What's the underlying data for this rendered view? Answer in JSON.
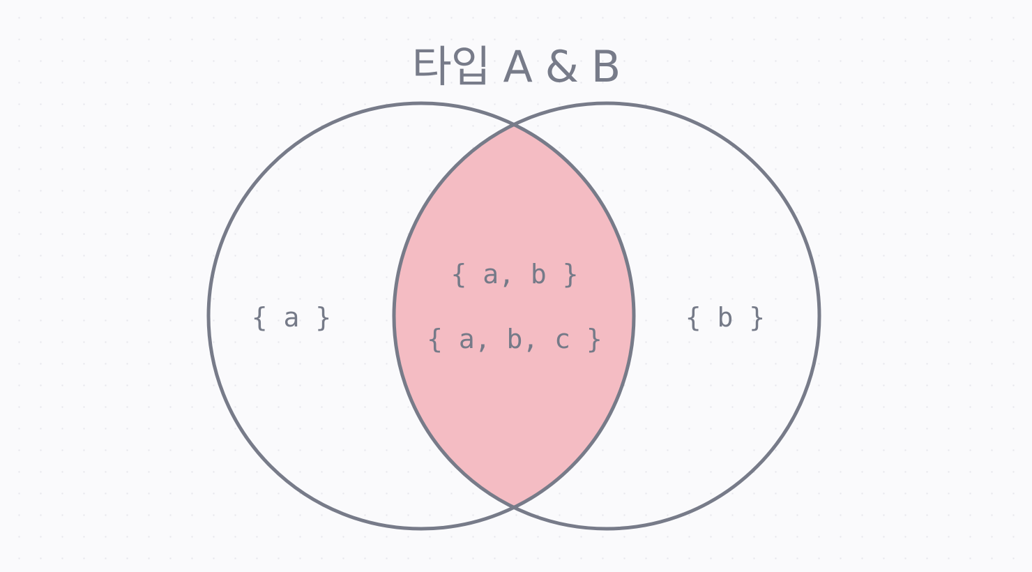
{
  "title": "타입 A & B",
  "colors": {
    "outline": "#777b89",
    "intersection_fill": "#f4bcc3",
    "text": "#757a88",
    "background": "#fafafc"
  },
  "regions": {
    "only_a": {
      "label": "{ a }"
    },
    "intersection": {
      "labels": [
        "{ a, b }",
        "{ a, b, c }"
      ]
    },
    "only_b": {
      "label": "{ b }"
    }
  }
}
